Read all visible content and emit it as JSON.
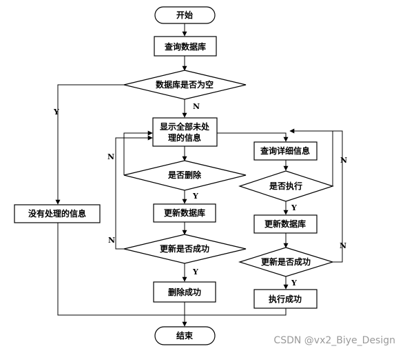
{
  "flowchart": {
    "start": "开始",
    "query_db": "查询数据库",
    "decision_db_empty": "数据库是否为空",
    "show_unprocessed_line1": "显示全部未处",
    "show_unprocessed_line2": "理的信息",
    "no_unprocessed": "没有处理的信息",
    "decision_delete": "是否删除",
    "update_db_left": "更新数据库",
    "decision_update_ok_left": "更新是否成功",
    "delete_success": "删除成功",
    "query_detail": "查询详细信息",
    "decision_execute": "是否执行",
    "update_db_right": "更新数据库",
    "decision_update_ok_right": "更新是否成功",
    "execute_success": "执行成功",
    "end": "结束",
    "yes": "Y",
    "no": "N"
  },
  "watermark": "CSDN @vx2_Biye_Design"
}
